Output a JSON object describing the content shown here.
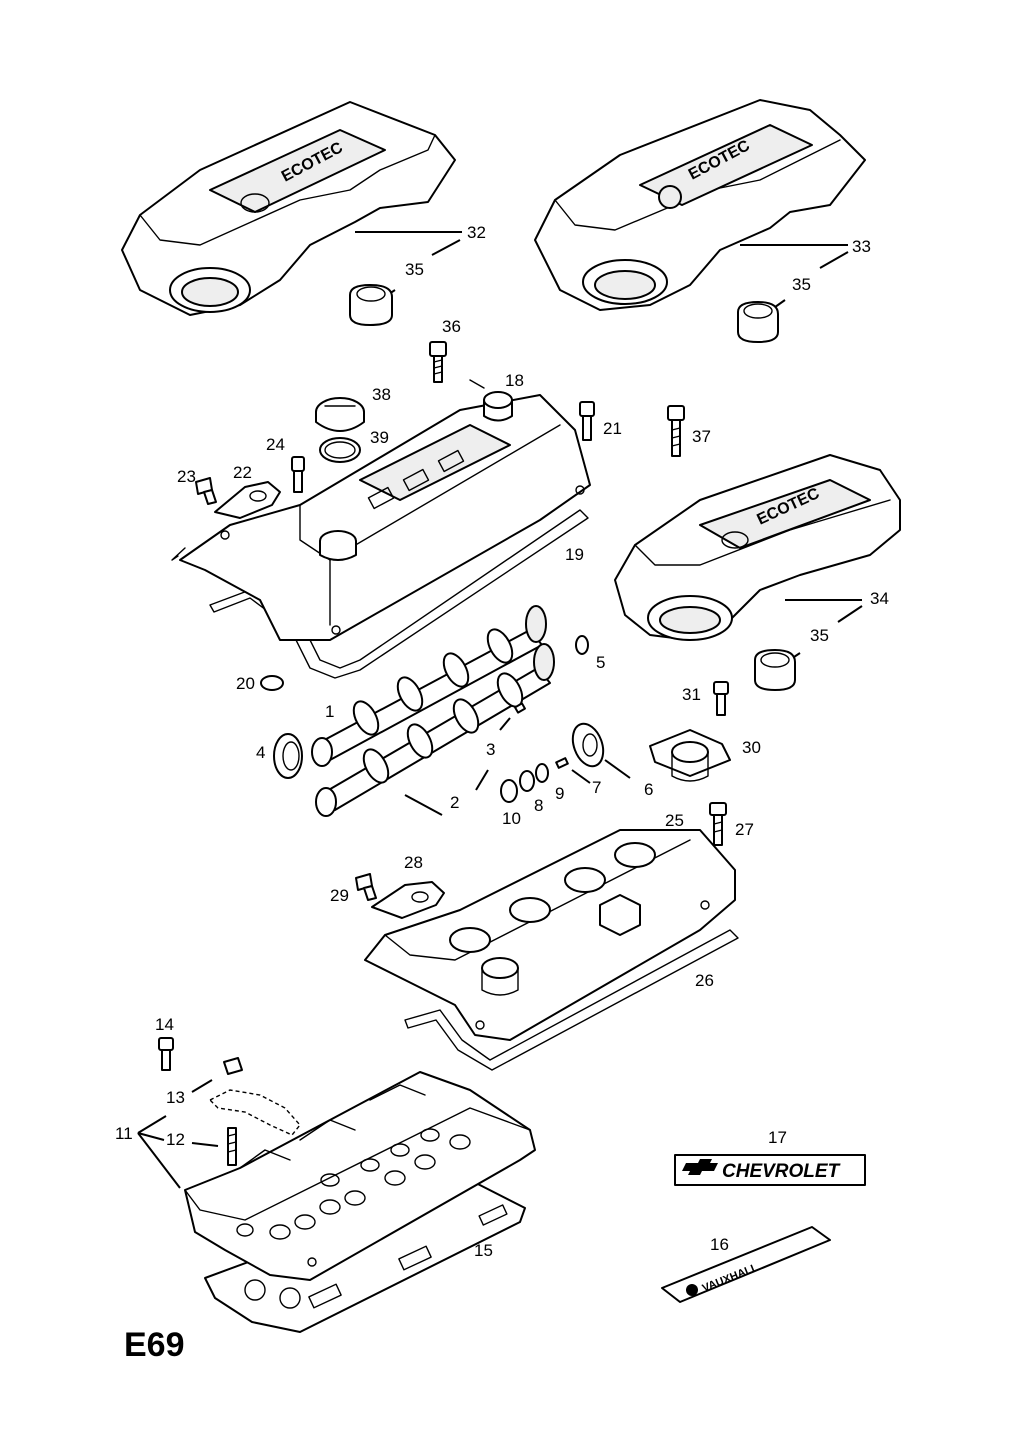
{
  "page_code": "E69",
  "callouts": {
    "c1": "1",
    "c2": "2",
    "c3": "3",
    "c4": "4",
    "c5": "5",
    "c6": "6",
    "c7": "7",
    "c8": "8",
    "c9": "9",
    "c10": "10",
    "c11": "11",
    "c12": "12",
    "c13": "13",
    "c14": "14",
    "c15": "15",
    "c16": "16",
    "c17": "17",
    "c18": "18",
    "c19": "19",
    "c20": "20",
    "c21": "21",
    "c22": "22",
    "c23": "23",
    "c24": "24",
    "c25": "25",
    "c26": "26",
    "c27": "27",
    "c28": "28",
    "c29": "29",
    "c30": "30",
    "c31": "31",
    "c32": "32",
    "c33": "33",
    "c34": "34",
    "c35a": "35",
    "c35b": "35",
    "c35c": "35",
    "c36": "36",
    "c37": "37",
    "c38": "38",
    "c39": "39"
  },
  "cover_label": "ECOTEC",
  "badges": {
    "chevrolet": "CHEVROLET",
    "vauxhall": "VAUXHALL"
  }
}
